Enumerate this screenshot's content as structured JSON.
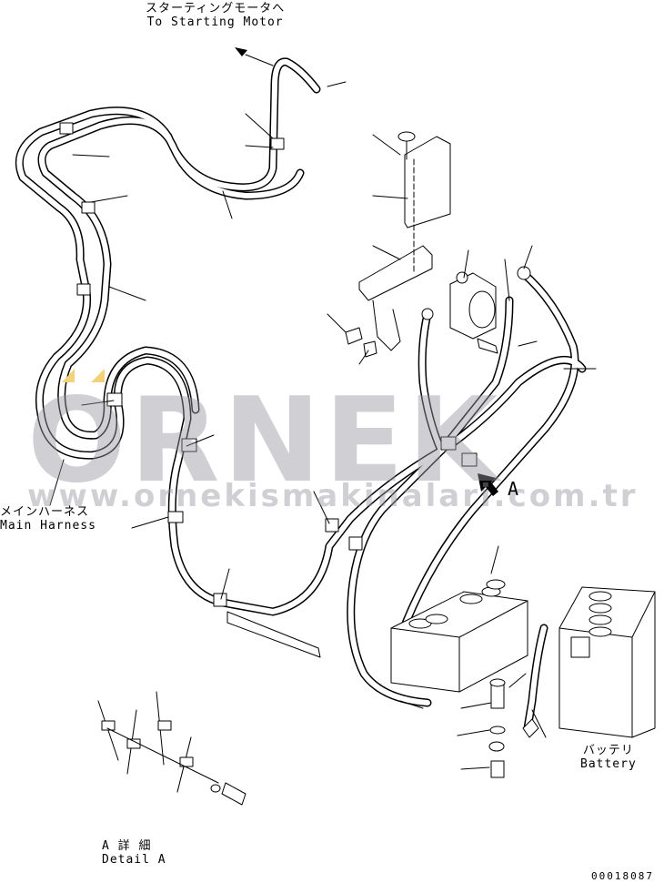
{
  "labels": {
    "starting_motor_jp": "スターティングモータへ",
    "starting_motor_en": "To Starting Motor",
    "main_harness_jp": "メインハーネス",
    "main_harness_en": "Main Harness",
    "battery_jp": "バッテリ",
    "battery_en": "Battery",
    "detail_jp": "A 詳 細",
    "detail_en": "Detail A",
    "view_arrow_label": "A",
    "drawing_number": "00018087"
  },
  "watermark": {
    "brand": "ORNEK",
    "url": "www.ornekismakinalari.com.tr",
    "accent_color": "#f3d27a"
  }
}
